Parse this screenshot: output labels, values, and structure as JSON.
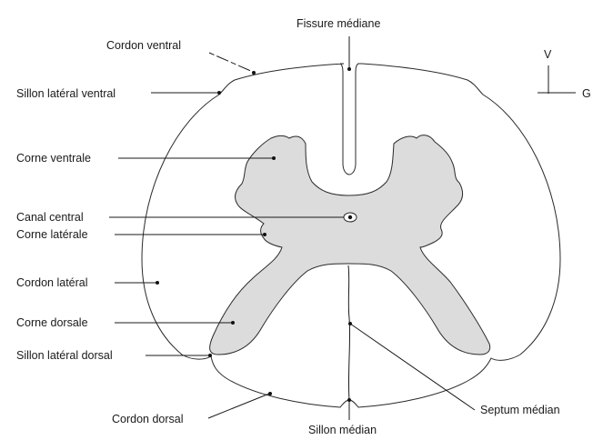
{
  "labels": {
    "fissure_mediane": "Fissure médiane",
    "cordon_ventral": "Cordon ventral",
    "sillon_lateral_ventral": "Sillon latéral ventral",
    "corne_ventrale": "Corne ventrale",
    "canal_central": "Canal central",
    "corne_laterale": "Corne latérale",
    "cordon_lateral": "Cordon latéral",
    "corne_dorsale": "Corne dorsale",
    "sillon_lateral_dorsal": "Sillon latéral dorsal",
    "cordon_dorsal": "Cordon dorsal",
    "sillon_median": "Sillon médian",
    "septum_median": "Septum médian"
  },
  "orientation": {
    "vertical": "V",
    "horizontal": "G"
  },
  "colors": {
    "grey_matter": "#dcdcdc",
    "white_matter": "#ffffff",
    "line": "#1a1a1a"
  }
}
